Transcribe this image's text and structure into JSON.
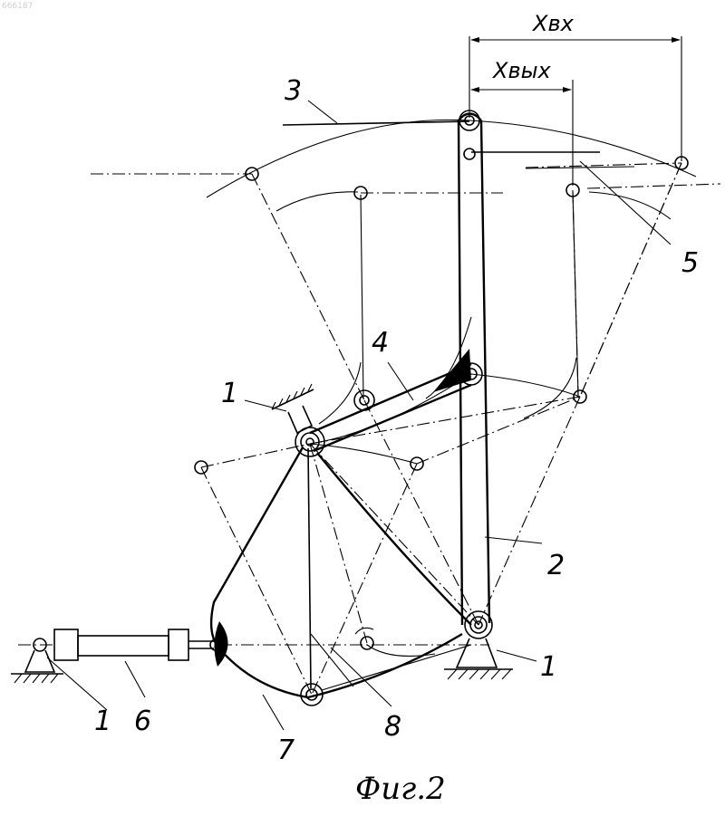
{
  "corner_code": "666187",
  "caption": "Фиг.2",
  "dimensions": {
    "x_in": "Xвх",
    "x_out": "Xвых"
  },
  "labels": {
    "l1_top": "1",
    "l1_right": "1",
    "l1_left": "1",
    "l2": "2",
    "l3": "3",
    "l4": "4",
    "l5": "5",
    "l6": "6",
    "l7": "7",
    "l8": "8"
  }
}
